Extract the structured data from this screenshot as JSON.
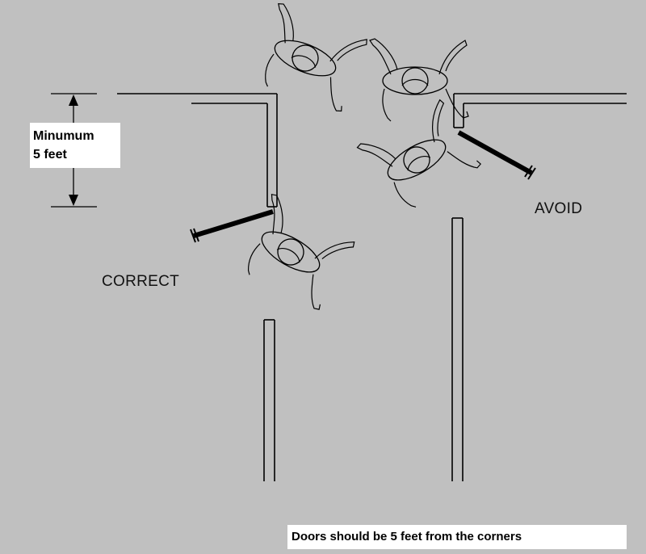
{
  "labels": {
    "correct": "CORRECT",
    "avoid": "AVOID",
    "dimension_line1": "Minumum",
    "dimension_line2": "5 feet",
    "caption": "Doors should be 5 feet from the corners"
  },
  "colors": {
    "background": "#c0c0c0",
    "line": "#000000",
    "box": "#ffffff"
  }
}
